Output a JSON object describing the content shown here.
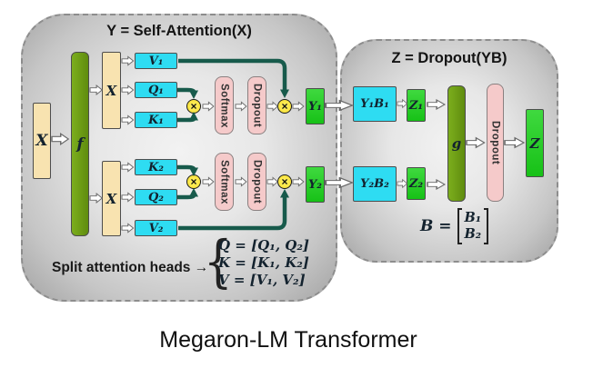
{
  "caption": "Megaron-LM Transformer",
  "left_panel": {
    "title": "Y = Self-Attention(X)",
    "input_x": "X",
    "f": "f",
    "x_col_top": "X",
    "x_col_bottom": "X",
    "head1": {
      "v": "V₁",
      "q": "Q₁",
      "k": "K₁",
      "softmax": "Softmax",
      "dropout": "Dropout",
      "y": "Y₁"
    },
    "head2": {
      "k": "K₂",
      "q": "Q₂",
      "v": "V₂",
      "softmax": "Softmax",
      "dropout": "Dropout",
      "y": "Y₂"
    },
    "split": {
      "label": "Split attention heads →",
      "brace": "{",
      "lines": [
        "Q = [Q₁, Q₂]",
        "K = [K₁, K₂]",
        "V = [V₁, V₂]"
      ]
    }
  },
  "right_panel": {
    "title": "Z = Dropout(YB)",
    "y1b1": "Y₁B₁",
    "z1": "Z₁",
    "y2b2": "Y₂B₂",
    "z2": "Z₂",
    "g": "g",
    "dropout": "Dropout",
    "z": "Z",
    "b_formula": {
      "lhs": "B =",
      "rows": [
        "B₁",
        "B₂"
      ]
    }
  },
  "icons": {
    "multiply": "×"
  },
  "colors": {
    "cyan": "#2edcf2",
    "green": "#22cc22",
    "olive": "#6da012",
    "tan": "#f8e3b0",
    "pink": "#f5caca",
    "arrow_teal": "#175a4b",
    "multiply_yellow": "#f8de2a",
    "panel_gray": "#c6c6c6"
  }
}
